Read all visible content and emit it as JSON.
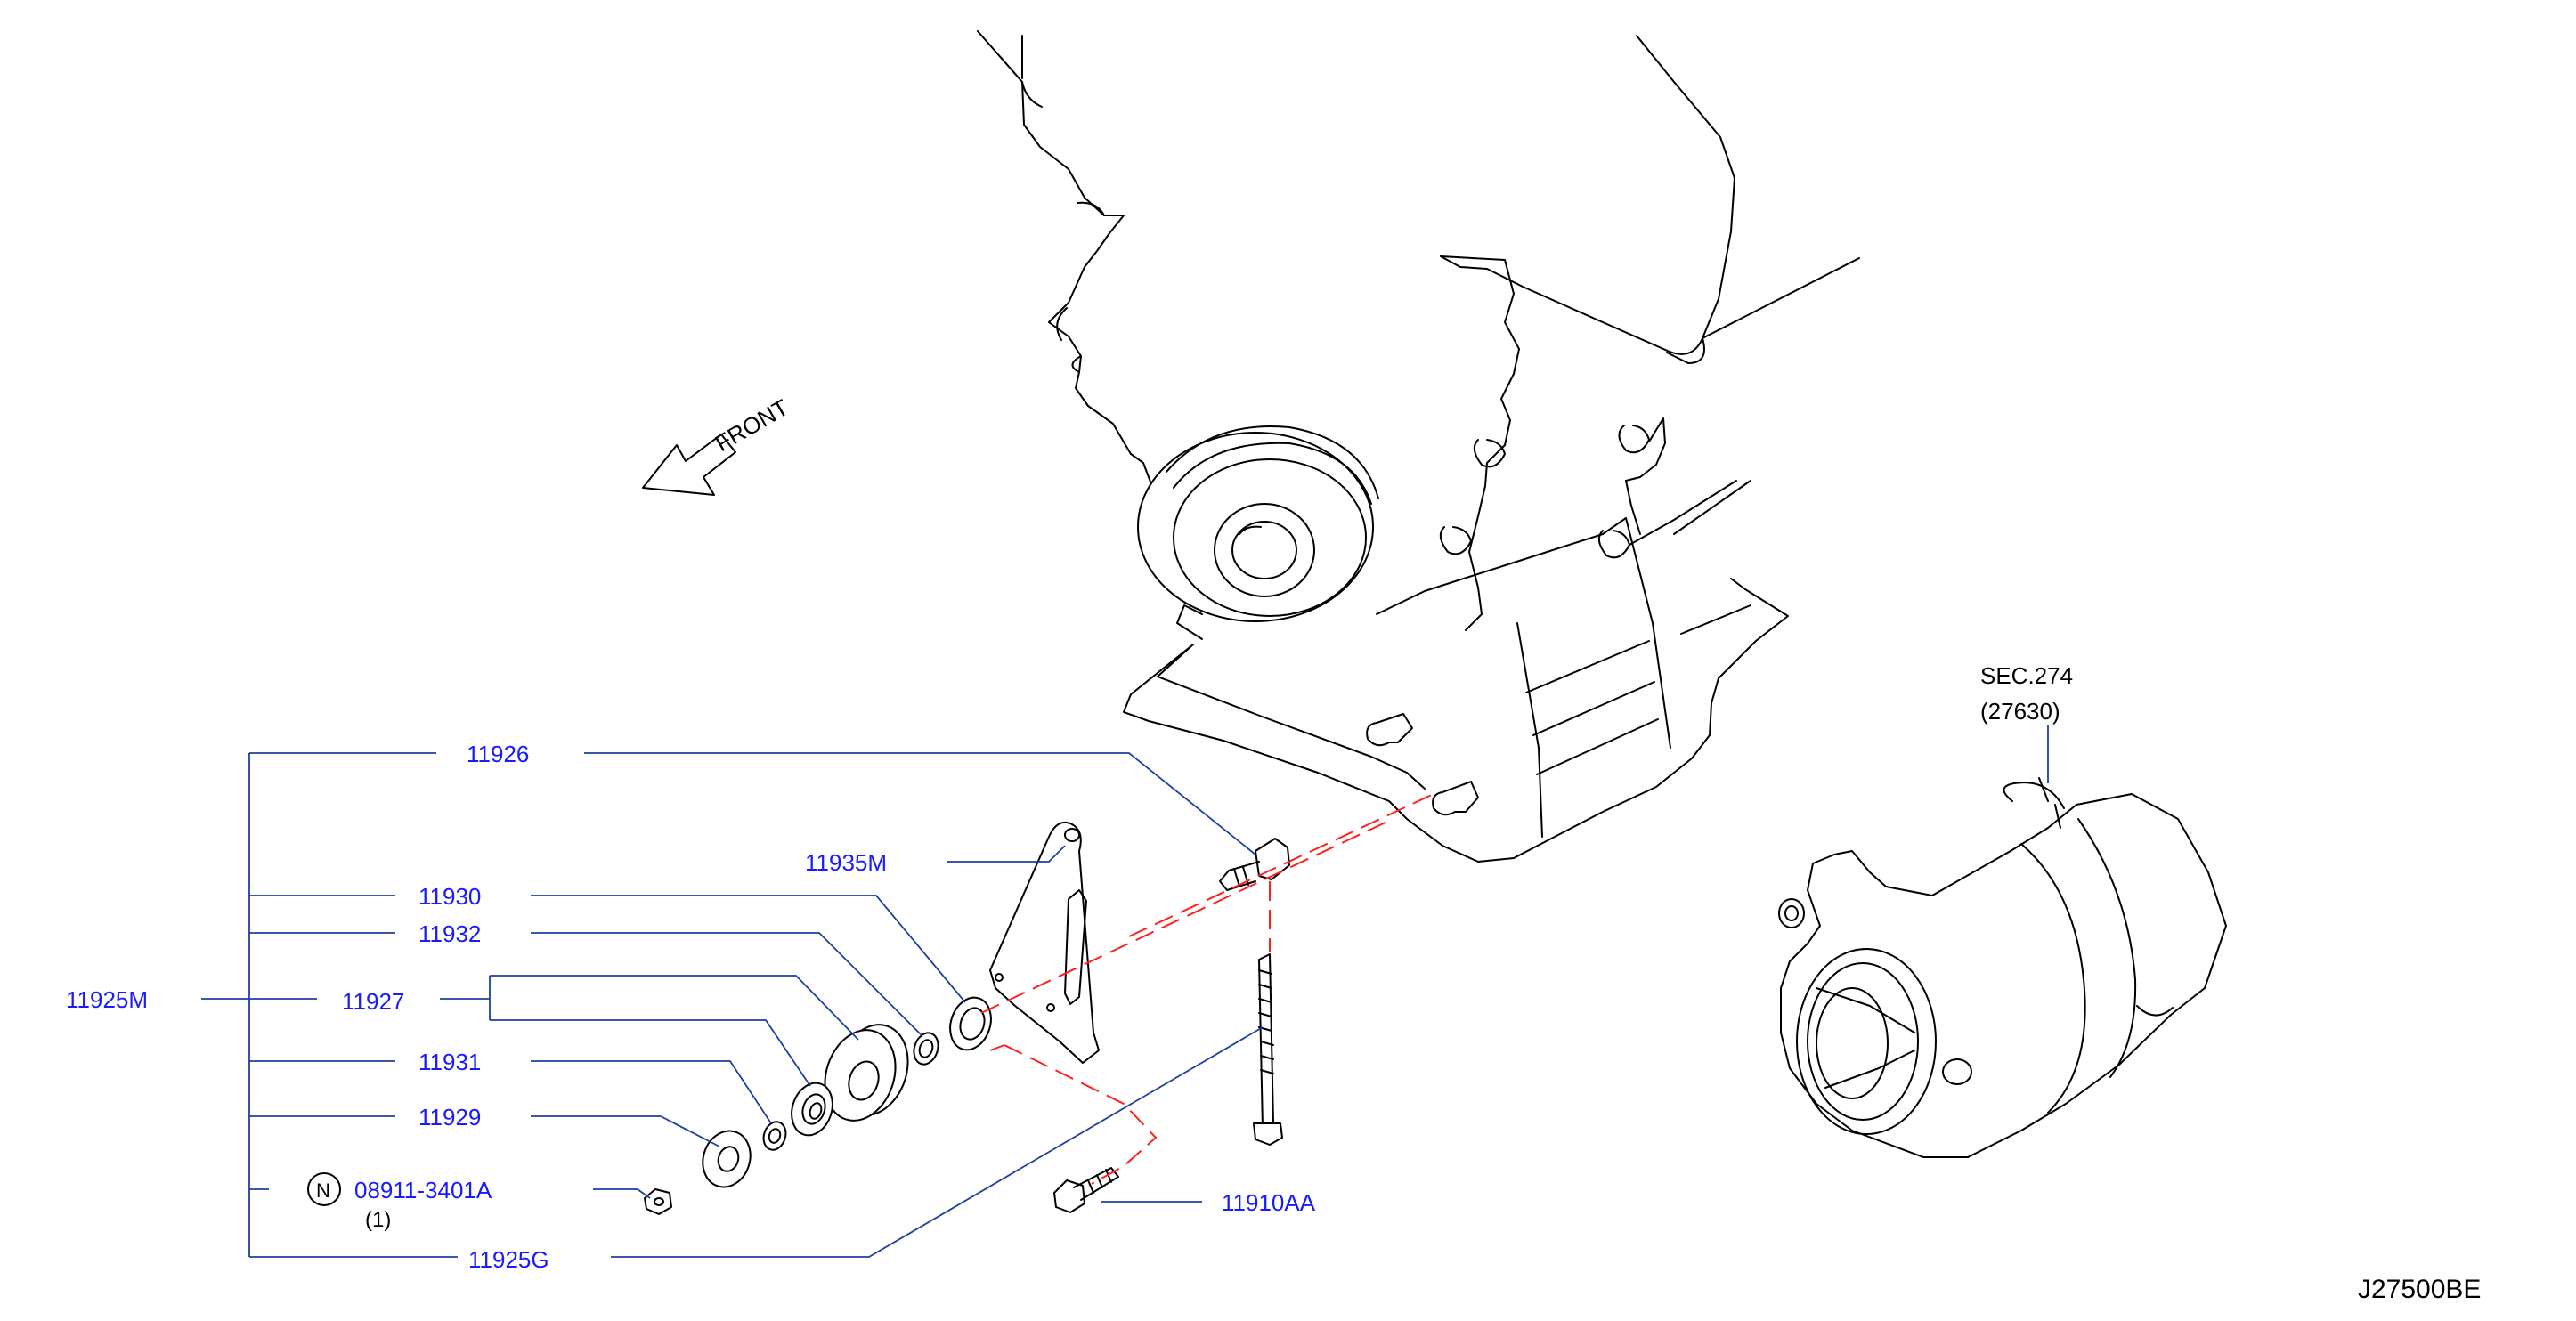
{
  "diagram": {
    "direction_label": "FRONT",
    "reference_code": "J27500BE",
    "section_ref": {
      "line1": "SEC.274",
      "line2": "(27630)"
    },
    "parts": {
      "p11926": "11926",
      "p11935M": "11935M",
      "p11930": "11930",
      "p11932": "11932",
      "p11925M": "11925M",
      "p11927": "11927",
      "p11931": "11931",
      "p11929": "11929",
      "p08911": "08911-3401A",
      "p08911_qty": "(1)",
      "p08911_marker": "N",
      "p11925G": "11925G",
      "p11910AA": "11910AA"
    },
    "colors": {
      "label": "#1a1aff",
      "leader": "#1f3fa0",
      "dashed": "#ff2020",
      "line": "#000000"
    }
  }
}
